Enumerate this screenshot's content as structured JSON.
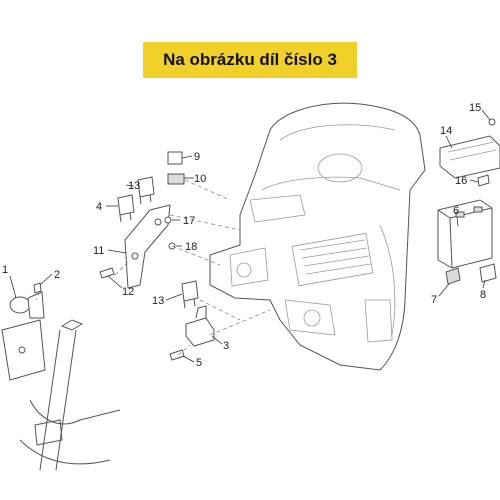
{
  "banner": {
    "text": "Na obrázku díl číslo 3"
  },
  "callouts": [
    {
      "id": "c1",
      "label": "1"
    },
    {
      "id": "c2",
      "label": "2"
    },
    {
      "id": "c3",
      "label": "3"
    },
    {
      "id": "c4",
      "label": "4"
    },
    {
      "id": "c5",
      "label": "5"
    },
    {
      "id": "c6",
      "label": "6"
    },
    {
      "id": "c7",
      "label": "7"
    },
    {
      "id": "c8",
      "label": "8"
    },
    {
      "id": "c9",
      "label": "9"
    },
    {
      "id": "c10",
      "label": "10"
    },
    {
      "id": "c11",
      "label": "11"
    },
    {
      "id": "c12",
      "label": "12"
    },
    {
      "id": "c13a",
      "label": "13"
    },
    {
      "id": "c13b",
      "label": "13"
    },
    {
      "id": "c14",
      "label": "14"
    },
    {
      "id": "c15",
      "label": "15"
    },
    {
      "id": "c16",
      "label": "16"
    },
    {
      "id": "c17",
      "label": "17"
    },
    {
      "id": "c18",
      "label": "18"
    }
  ],
  "colors": {
    "banner_bg": "#f2d02a",
    "line": "#555555"
  }
}
